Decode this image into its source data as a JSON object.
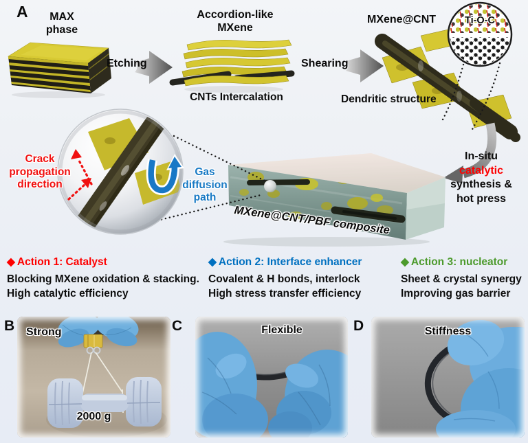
{
  "colors": {
    "action1_red": "#fe0000",
    "action2_blue": "#0070c0",
    "action3_green": "#4c9a2c",
    "crack_red": "#f01010",
    "gas_blue": "#1779c4",
    "mxene_yellow": "#d6c832",
    "background": "#eef1f5"
  },
  "panel_a": {
    "label": "A",
    "max_phase": {
      "line1": "MAX",
      "line2": "phase"
    },
    "etching_label": "Etching",
    "accordion": {
      "line1": "Accordion-like",
      "line2": "MXene"
    },
    "cnts_label": "CNTs Intercalation",
    "shearing_label": "Shearing",
    "mxene_cnt_label": "MXene@CNT",
    "tioc_label": "Ti-O-C",
    "dendritic_label": "Dendritic structure",
    "crack": {
      "line1": "Crack",
      "line2": "propagation",
      "line3": "direction"
    },
    "gas": {
      "line1": "Gas",
      "line2": "diffusion",
      "line3": "path"
    },
    "insitu": {
      "line1": "In-situ",
      "line2": "catalytic",
      "line3": "synthesis &",
      "line4": "hot press"
    },
    "composite_label": "MXene@CNT/PBF composite"
  },
  "actions": [
    {
      "diamond": "◆",
      "title": "Action 1: Catalyst",
      "lines": [
        "Blocking MXene oxidation & stacking.",
        "High catalytic efficiency"
      ]
    },
    {
      "diamond": "◆",
      "title": "Action 2: Interface enhancer",
      "lines": [
        "Covalent & H bonds, interlock",
        "High stress transfer efficiency"
      ]
    },
    {
      "diamond": "◆",
      "title": "Action 3: nucleator",
      "lines": [
        "Sheet & crystal synergy",
        "Improving gas barrier"
      ]
    }
  ],
  "photo_panels": {
    "b": {
      "label": "B",
      "caption": "Strong",
      "weight_label": "2000 g"
    },
    "c": {
      "label": "C",
      "caption": "Flexible"
    },
    "d": {
      "label": "D",
      "caption": "Stiffness"
    }
  }
}
